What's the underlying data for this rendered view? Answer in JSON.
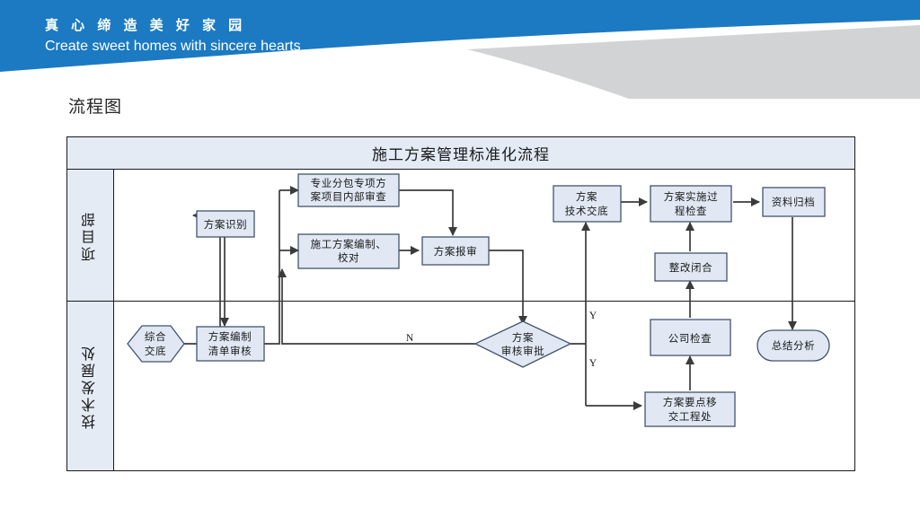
{
  "header": {
    "slogan_cn": "真 心 缔 造 美 好 家 园",
    "slogan_en": "Create sweet homes with sincere hearts",
    "band_color": "#1b7ac2",
    "wedge_color": "#d2d3d4"
  },
  "page_title": "流程图",
  "flowchart": {
    "title": "施工方案管理标准化流程",
    "title_band_color": "#e4ebf5",
    "node_fill": "#e1e8f4",
    "node_stroke": "#44546a",
    "connector_color": "#3b3b3b",
    "lanes": [
      {
        "id": "lane-project-dept",
        "label": "项目部"
      },
      {
        "id": "lane-tech-dev-office",
        "label": "技术发展处"
      }
    ],
    "nodes": [
      {
        "id": "n-scheme-identify",
        "label_lines": [
          "方案识别"
        ],
        "shape": "rect",
        "lane": "lane-project-dept"
      },
      {
        "id": "n-sub-special-review",
        "label_lines": [
          "专业分包专项方",
          "案项目内部审查"
        ],
        "shape": "rect",
        "lane": "lane-project-dept"
      },
      {
        "id": "n-scheme-draft-proof",
        "label_lines": [
          "施工方案编制、",
          "校对"
        ],
        "shape": "rect",
        "lane": "lane-project-dept"
      },
      {
        "id": "n-scheme-submit",
        "label_lines": [
          "方案报审"
        ],
        "shape": "rect",
        "lane": "lane-project-dept"
      },
      {
        "id": "n-tech-disclosure",
        "label_lines": [
          "方案",
          "技术交底"
        ],
        "shape": "rect",
        "lane": "lane-project-dept"
      },
      {
        "id": "n-impl-process-check",
        "label_lines": [
          "方案实施过",
          "程检查"
        ],
        "shape": "rect",
        "lane": "lane-project-dept"
      },
      {
        "id": "n-archive",
        "label_lines": [
          "资料归档"
        ],
        "shape": "rect",
        "lane": "lane-project-dept"
      },
      {
        "id": "n-rectify-close",
        "label_lines": [
          "整改闭合"
        ],
        "shape": "rect",
        "lane": "lane-project-dept"
      },
      {
        "id": "n-general-disclosure",
        "label_lines": [
          "综合",
          "交底"
        ],
        "shape": "hexagon",
        "lane": "lane-tech-dev-office"
      },
      {
        "id": "n-draft-list-review",
        "label_lines": [
          "方案编制",
          "清单审核"
        ],
        "shape": "rect",
        "lane": "lane-tech-dev-office"
      },
      {
        "id": "n-scheme-approval",
        "label_lines": [
          "方案",
          "审核审批"
        ],
        "shape": "diamond",
        "lane": "lane-tech-dev-office"
      },
      {
        "id": "n-company-check",
        "label_lines": [
          "公司检查"
        ],
        "shape": "rect",
        "lane": "lane-tech-dev-office"
      },
      {
        "id": "n-summary-analysis",
        "label_lines": [
          "总结分析"
        ],
        "shape": "rounded",
        "lane": "lane-tech-dev-office"
      },
      {
        "id": "n-handover-eng-dept",
        "label_lines": [
          "方案要点移",
          "交工程处"
        ],
        "shape": "rect",
        "lane": "lane-tech-dev-office"
      }
    ],
    "edge_labels": [
      {
        "id": "edge-label-no",
        "text": "N"
      },
      {
        "id": "edge-label-yes-up",
        "text": "Y"
      },
      {
        "id": "edge-label-yes-down",
        "text": "Y"
      }
    ]
  }
}
